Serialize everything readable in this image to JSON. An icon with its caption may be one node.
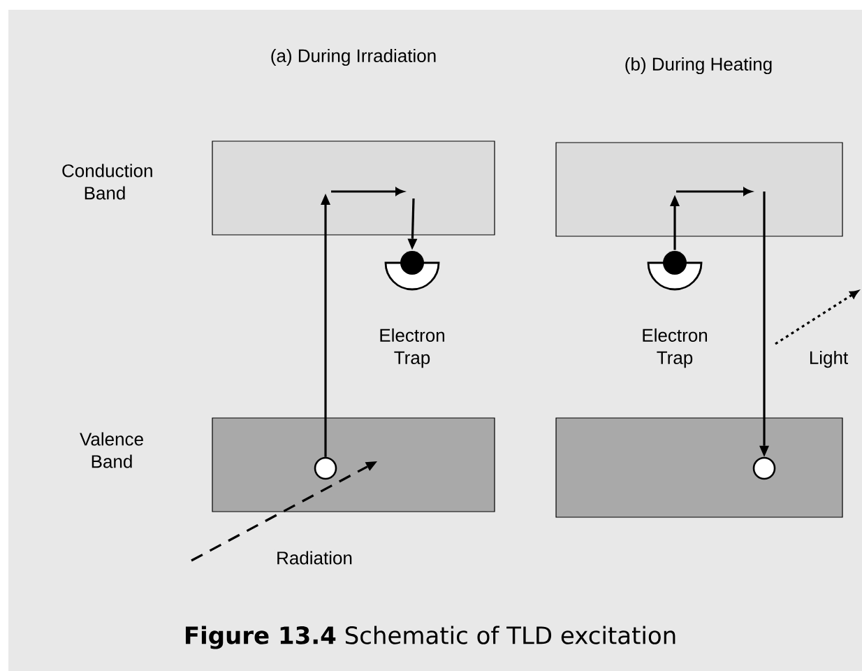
{
  "diagram": {
    "caption": "**Figure 13.4** Schematic of TLD excitation",
    "nodes": [
      {
        "text": [],
        "shape": "box"
      },
      {
        "text": [],
        "shape": "box"
      },
      {
        "text": [],
        "shape": "box"
      },
      {
        "text": [],
        "shape": "box"
      },
      {
        "text": [],
        "shape": "circle",
        "in": 2
      },
      {
        "text": [],
        "shape": "picture",
        "beside": [
          "Electron Trap"
        ]
      },
      {
        "text": [],
        "shape": "picture",
        "beside": [
          "Electron Trap"
        ]
      },
      {
        "text": [],
        "shape": "circle",
        "in": 3
      }
    ],
    "edges": [
      {
        "from": 4,
        "to": 0,
        "arrow": "to"
      },
      {
        "from": 0,
        "to": 5,
        "arrow": "to"
      },
      {
        "from": 6,
        "to": 1,
        "arrow": "to"
      },
      {
        "from": 1,
        "to": 7,
        "arrow": "to"
      },
      {
        "from": null,
        "to": 2,
        "arrow": "to",
        "style": "dashed",
        "label": "Radiation"
      }
    ],
    "labels": [
      "(a) During Irradiation",
      "(b) During Heating",
      "Conduction Band",
      "Valence Band",
      "Light"
    ]
  }
}
